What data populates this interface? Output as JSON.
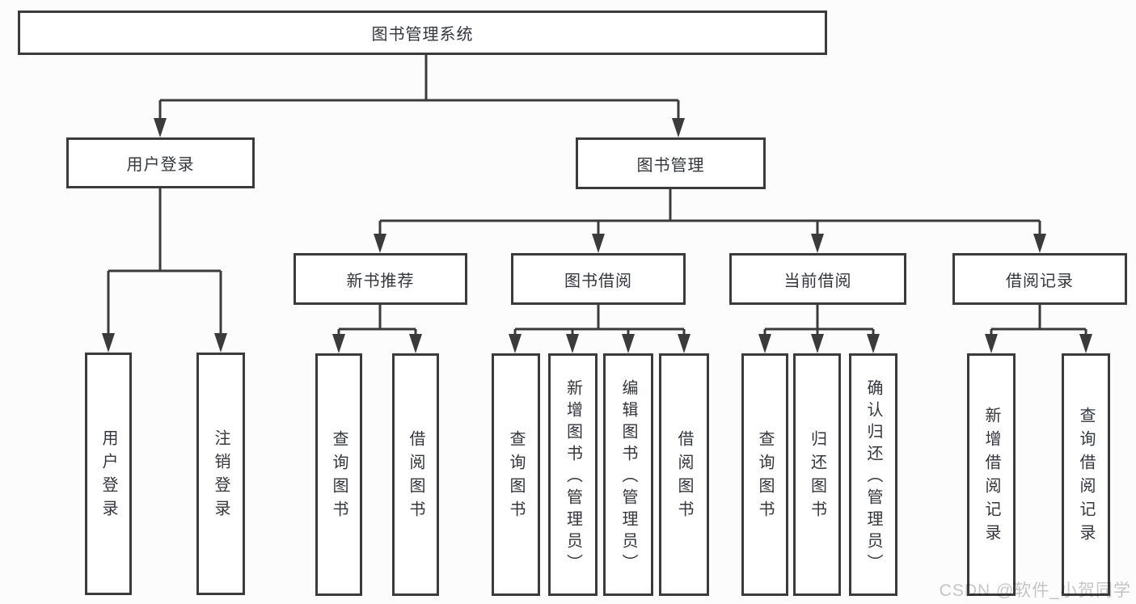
{
  "diagram": {
    "root": "图书管理系统",
    "branches": [
      {
        "label": "用户登录",
        "children": [
          {
            "label": "用户登录"
          },
          {
            "label": "注销登录"
          }
        ]
      },
      {
        "label": "图书管理",
        "groups": [
          {
            "label": "新书推荐",
            "children": [
              {
                "label": "查询图书"
              },
              {
                "label": "借阅图书"
              }
            ]
          },
          {
            "label": "图书借阅",
            "children": [
              {
                "label": "查询图书"
              },
              {
                "label": "新增图书（管理员）"
              },
              {
                "label": "编辑图书（管理员）"
              },
              {
                "label": "借阅图书"
              }
            ]
          },
          {
            "label": "当前借阅",
            "children": [
              {
                "label": "查询图书"
              },
              {
                "label": "归还图书"
              },
              {
                "label": "确认归还（管理员）"
              }
            ]
          },
          {
            "label": "借阅记录",
            "children": [
              {
                "label": "新增借阅记录"
              },
              {
                "label": "查询借阅记录"
              }
            ]
          }
        ]
      }
    ],
    "watermark": "CSDN @软件_小贺同学",
    "colors": {
      "line": "#3b3b3b",
      "text": "#33363b",
      "watermark": "#c7c7c7"
    }
  }
}
